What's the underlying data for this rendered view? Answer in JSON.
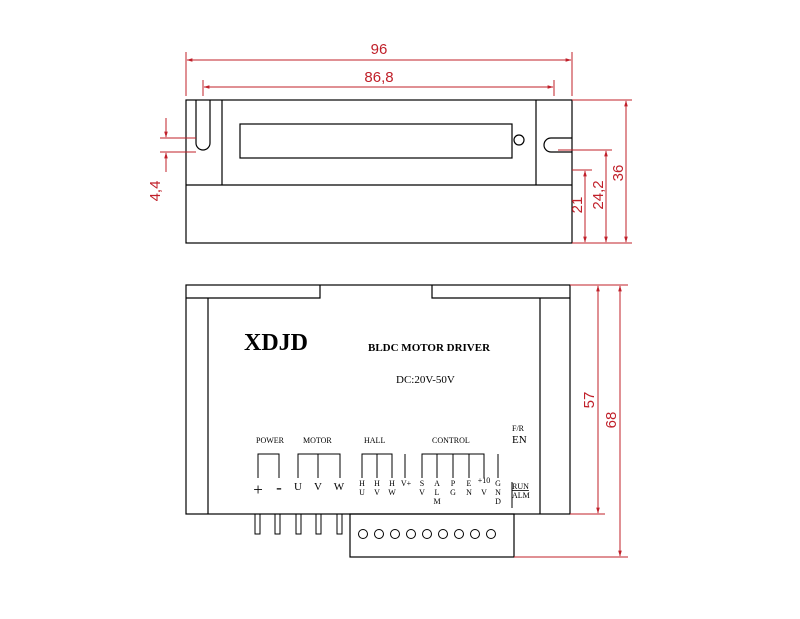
{
  "colors": {
    "dimension": "#c0202a",
    "outline": "#000000"
  },
  "top_view": {
    "dims": {
      "overall_width": "96",
      "inner_width": "86,8",
      "slot_height": "4,4",
      "height_21": "21",
      "height_24_2": "24,2",
      "height_36": "36"
    }
  },
  "front_view": {
    "brand": "XDJD",
    "product": "BLDC MOTOR DRIVER",
    "voltage": "DC:20V-50V",
    "dims": {
      "height_57": "57",
      "height_68": "68"
    },
    "groups": {
      "power": "POWER",
      "motor": "MOTOR",
      "hall": "HALL",
      "control": "CONTROL"
    },
    "power_terminals": [
      "+",
      "-"
    ],
    "motor_terminals": [
      "U",
      "V",
      "W"
    ],
    "hall_terminals": [
      "H",
      "U",
      "H",
      "V",
      "H",
      "W",
      "V+"
    ],
    "control_terminals": [
      "S",
      "V",
      "A",
      "L",
      "M",
      "P",
      "G",
      "E",
      "N",
      "+10",
      "V",
      "G",
      "N",
      "D"
    ],
    "fr_label": "F/R",
    "en_label": "EN",
    "run_label": "RUN",
    "alm_label": "ALM"
  }
}
